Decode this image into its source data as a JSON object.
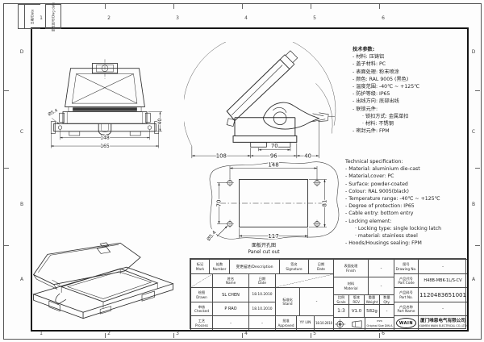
{
  "frame": {
    "zones_h": [
      "1",
      "2",
      "3",
      "4",
      "5",
      "6"
    ],
    "zones_v": [
      "D",
      "C",
      "B",
      "A"
    ],
    "corner_date": "日期/Date",
    "corner_dwg": "更改图号/Dwg date"
  },
  "views": {
    "front": {
      "dim_inner": "148",
      "dim_outer": "165",
      "dim_height": "40",
      "dim_hole": "Ø5.4"
    },
    "side": {
      "dim_left": "108",
      "dim_mid": "96",
      "dim_right": "40",
      "dim_feet": "70"
    },
    "cutout": {
      "dim_top": "148",
      "dim_bottom": "117",
      "dim_left": "70",
      "dim_right": "81",
      "dim_hole": "Ø5.4",
      "caption_cn": "面板开孔图",
      "caption_en": "Panel cut out"
    }
  },
  "spec_cn": {
    "title": "技术参数:",
    "lines": [
      "- 材料: 压铸铝",
      "- 盖子材料: PC",
      "- 表面处理: 粉末喷涂",
      "- 颜色: RAL 9005 (黑色)",
      "- 温度范围: -40℃ ~ +125℃",
      "- 防护等级: IP65",
      "- 出线方向: 底部出线",
      "- 联锁元件:",
      "· 锁扣方式: 金属单扣",
      "· 材料: 不锈钢",
      "- 密封元件: FPM"
    ]
  },
  "spec_en": {
    "title": "Technical specification:",
    "lines": [
      "- Material: aluminium die-cast",
      "- Material,cover: PC",
      "- Surface: powder-coated",
      "- Colour: RAL 9005(black)",
      "- Temperature range: -40℃ ~ +125℃",
      "- Degree of protection: IP65",
      "- Cable entry: bottom entry",
      "- Locking element:",
      "· Locking type: single locking latch",
      "· material: stainless steel",
      "- Hoods/Housings sealing: FPM"
    ]
  },
  "title_block": {
    "mark": {
      "cn": "标记",
      "en": "Mark"
    },
    "number": {
      "cn": "处数",
      "en": "Number"
    },
    "description": {
      "label": "变更描述/Description"
    },
    "signature": {
      "cn": "签名",
      "en": "Signature"
    },
    "date": {
      "cn": "日期",
      "en": "Date"
    },
    "name_hdr": {
      "cn": "姓名",
      "en": "Name"
    },
    "date_hdr": {
      "cn": "日期",
      "en": "Date"
    },
    "drawn": {
      "cn": "绘图",
      "en": "Drawn",
      "name": "SL CHEN",
      "date": "18.10.2010"
    },
    "checked": {
      "cn": "审核",
      "en": "Checked",
      "name": "P RAO",
      "date": "18.10.2010"
    },
    "process": {
      "cn": "工艺",
      "en": "Process",
      "name": "-",
      "date": "-"
    },
    "stand": {
      "cn": "标准化",
      "en": "Stand",
      "value": "-"
    },
    "approved": {
      "cn": "批准",
      "en": "Approved",
      "name": "YY LIN",
      "date": "18.10.2010"
    },
    "finish": {
      "cn": "表面处理",
      "en": "Finish",
      "value": "-"
    },
    "material": {
      "cn": "材料",
      "en": "Material",
      "value": "-"
    },
    "scale": {
      "cn": "比例",
      "en": "Scale",
      "value": "1:3"
    },
    "rev": {
      "cn": "版本",
      "en": "REV.",
      "value": "V1.0"
    },
    "weight": {
      "cn": "重量",
      "en": "Weight",
      "value": "582g"
    },
    "qty": {
      "cn": "数量",
      "en": "Qty.",
      "value": "-"
    },
    "drawing_no": {
      "cn": "图号",
      "en": "Drawing No.",
      "value": "-"
    },
    "part_code": {
      "cn": "产品代号",
      "en": "Part Code",
      "value": "H48B-MBK-1L/S-CV"
    },
    "part_no": {
      "cn": "产品料号",
      "en": "Part No.",
      "value": "1120483651001"
    },
    "part_name": {
      "cn": "产品名称",
      "en": "Part Name",
      "value": "-"
    },
    "note1": "All Dimensions in mm",
    "note2": "Original Size DIN A 4",
    "logo": "WAIN",
    "company_cn": "厦门唯恩电气有限公司",
    "company_en": "XIAMEN WAIN ELECTRICAL CO.,LTD"
  }
}
